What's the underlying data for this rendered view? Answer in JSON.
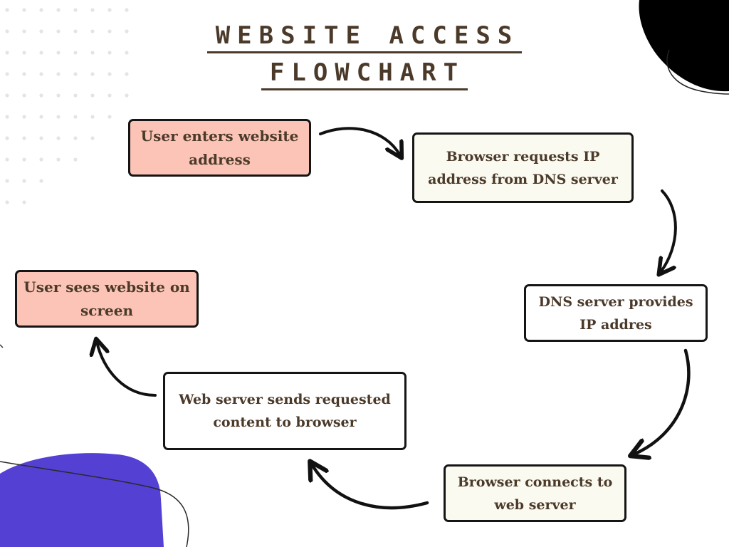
{
  "title": {
    "line1": "WEBSITE ACCESS",
    "line2": "FLOWCHART"
  },
  "steps": [
    {
      "text": "User enters website address"
    },
    {
      "text": "Browser requests IP address from DNS server"
    },
    {
      "text": "DNS server provides IP addres"
    },
    {
      "text": "Browser connects to web server"
    },
    {
      "text": "Web server sends requested content to browser"
    },
    {
      "text": "User sees website on screen"
    }
  ],
  "colors": {
    "title": "#4b3a2a",
    "start_end_box": "#fbc4b6",
    "process_box": "#fbfaf0",
    "blob_black": "#000000",
    "blob_purple": "#5540d4",
    "dots": "#e4e4e4",
    "arrow": "#111111"
  }
}
